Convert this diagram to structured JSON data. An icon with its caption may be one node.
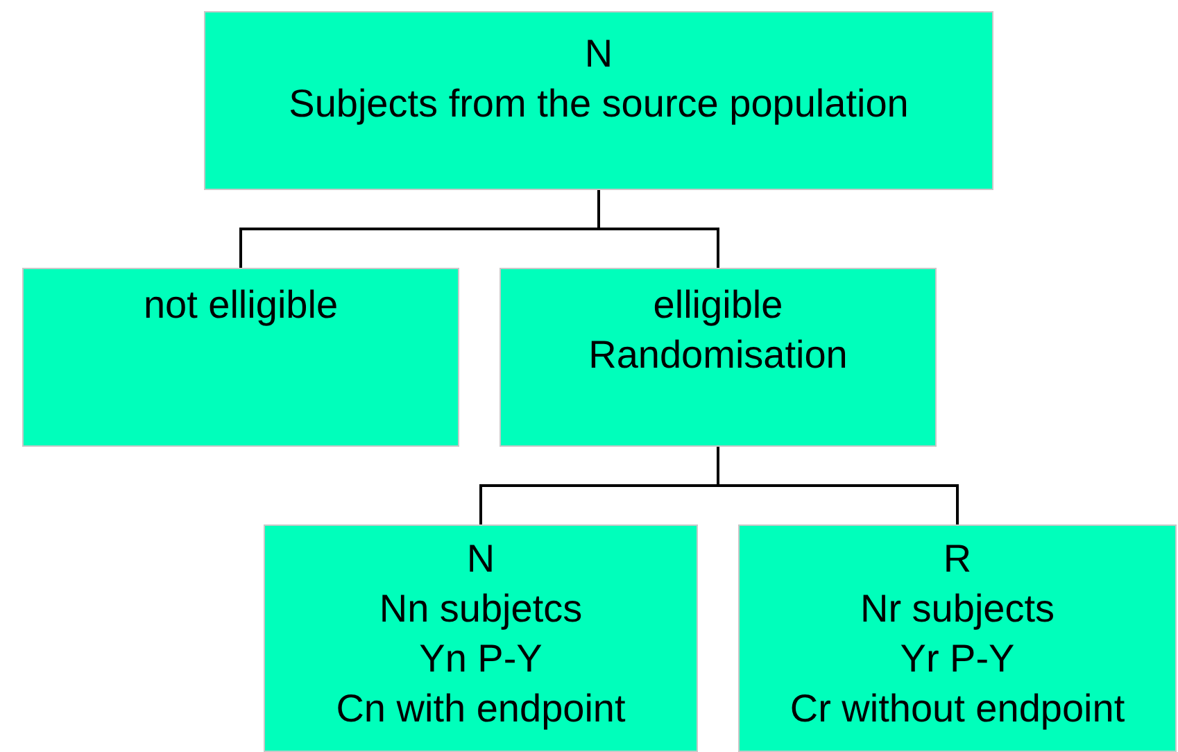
{
  "diagram": {
    "nodes": [
      {
        "text": [
          "N",
          "Subjects from the source population"
        ]
      },
      {
        "text": [
          "not elligible"
        ]
      },
      {
        "text": [
          "elligible",
          "Randomisation"
        ]
      },
      {
        "text": [
          "N",
          "Nn subjetcs",
          "Yn P-Y",
          "Cn with endpoint"
        ]
      },
      {
        "text": [
          "R",
          "Nr subjects",
          "Yr P-Y",
          "Cr without endpoint"
        ]
      }
    ],
    "edges": [
      {
        "from": 0,
        "to": 1,
        "arrow": "none"
      },
      {
        "from": 0,
        "to": 2,
        "arrow": "none"
      },
      {
        "from": 2,
        "to": 3,
        "arrow": "none"
      },
      {
        "from": 2,
        "to": 4,
        "arrow": "none"
      }
    ]
  }
}
